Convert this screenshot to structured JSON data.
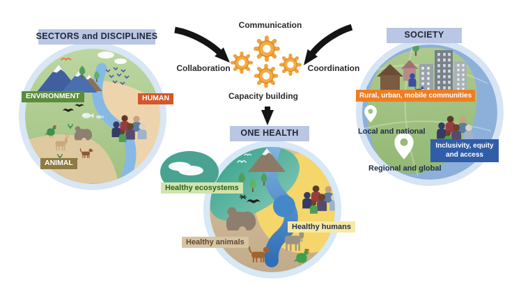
{
  "titles": {
    "sectors": "SECTORS and DISCIPLINES",
    "society": "SOCIETY",
    "one_health": "ONE HEALTH"
  },
  "center": {
    "top": "Communication",
    "left": "Collaboration",
    "right": "Coordination",
    "bottom": "Capacity building"
  },
  "sectors_circle": {
    "environment": "ENVIRONMENT",
    "human": "HUMAN",
    "animal": "ANIMAL"
  },
  "one_health_circle": {
    "ecosystems": "Healthy ecosystems",
    "animals": "Healthy animals",
    "humans": "Healthy humans"
  },
  "society_circle": {
    "communities": "Rural, urban, mobile communities",
    "local": "Local and national",
    "regional": "Regional and global",
    "inclusivity": "Inclusivity, equity and access"
  },
  "icons": [
    "gears-icon",
    "arrow-left-icon",
    "arrow-right-icon",
    "arrow-down-icon",
    "mountain-icon",
    "tree-icon",
    "bird-icon",
    "bird-flock-icon",
    "cloud-icon",
    "bat-icon",
    "fish-icon",
    "chicken-icon",
    "gorilla-icon",
    "goat-icon",
    "dog-icon",
    "people-group-icon",
    "house-icon",
    "building-icon",
    "map-pin-icon",
    "globe-icon"
  ],
  "colors": {
    "header_bg": "#b9c6e4",
    "gear_orange": "#f4ab41",
    "environment_green": "#5a8c3c",
    "human_orange": "#d4562a",
    "animal_olive": "#8f7b42",
    "communities_orange": "#ef7d23",
    "inclusivity_blue": "#2f5da8",
    "ecosystems_bg": "#cfe5ad",
    "animals_bg": "#d6c5a4",
    "humans_bg": "#f7e9a4",
    "ring_blue": "#d7e6f4",
    "arrow_black": "#141414"
  }
}
